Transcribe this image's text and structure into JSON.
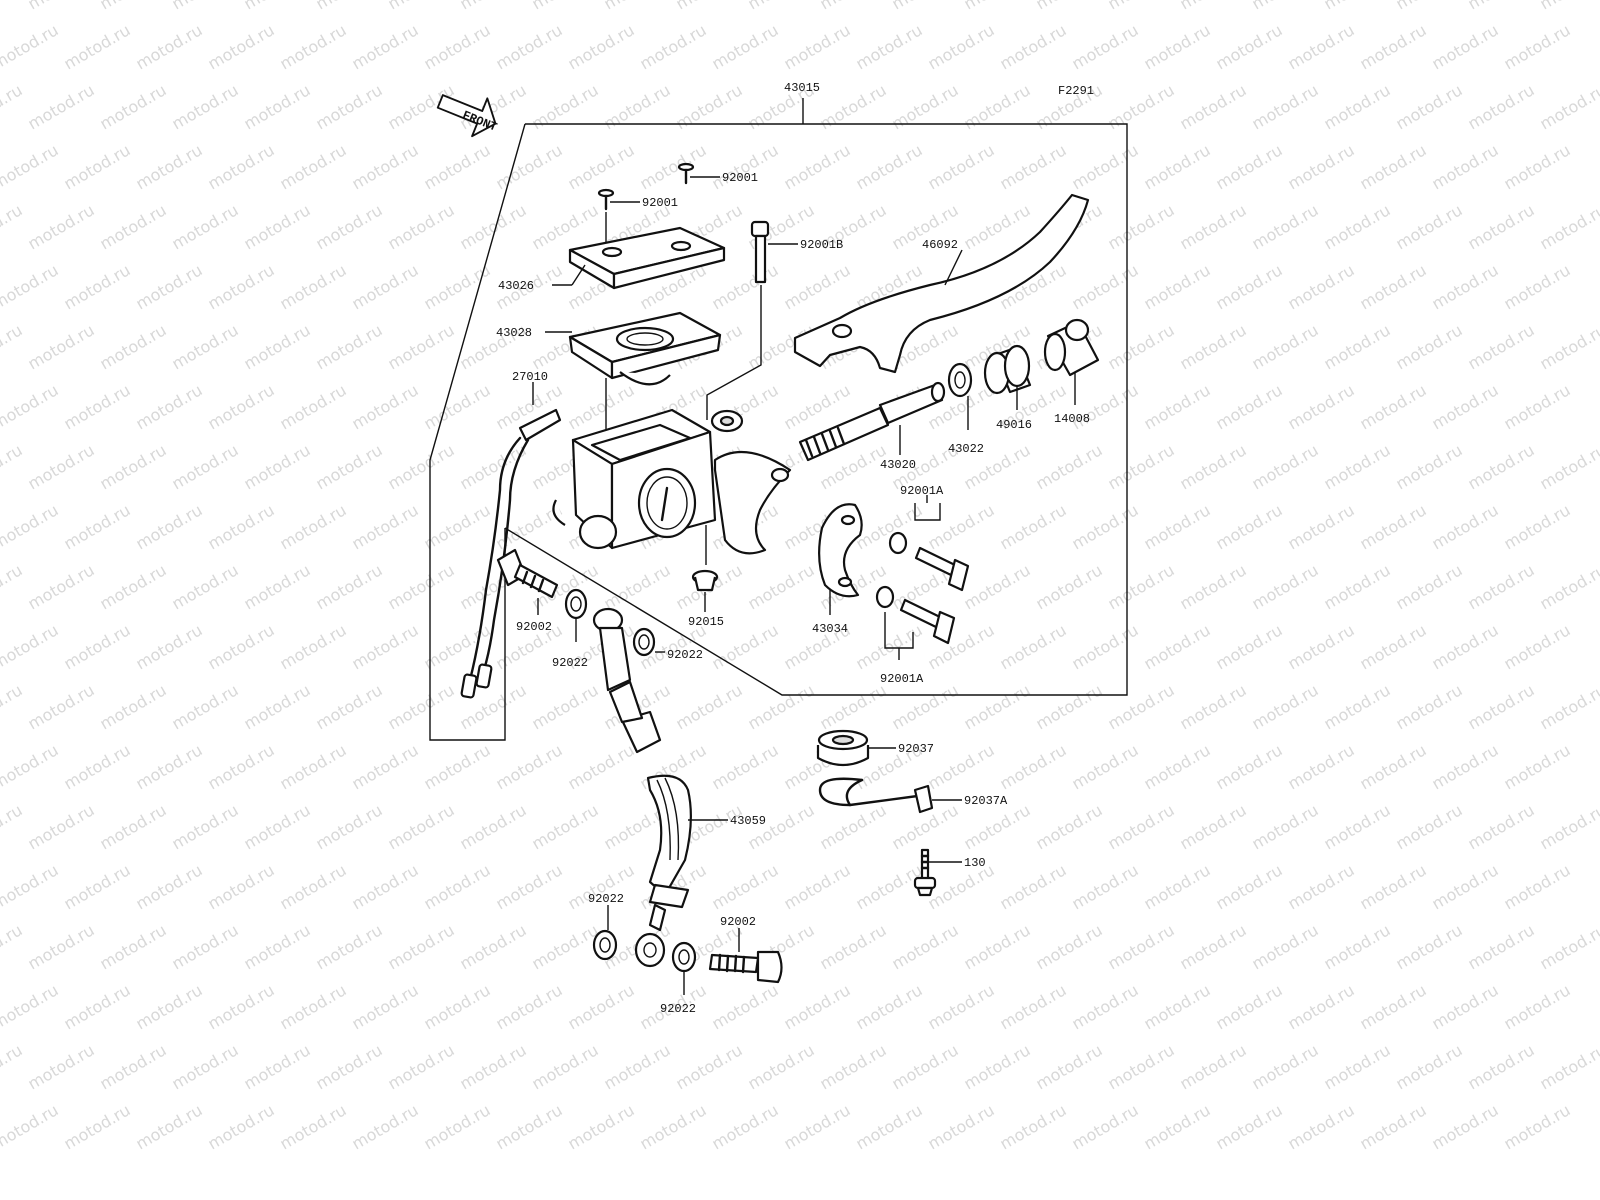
{
  "figure_code": "F2291",
  "front_marker": "FRONT",
  "watermark_text": "motod.ru",
  "callouts": {
    "assembly": "43015",
    "screw_top_right": "92001",
    "screw_top_left": "92001",
    "bolt_lever_pivot": "92001B",
    "lever": "46092",
    "reservoir_cap": "43026",
    "diaphragm": "43028",
    "switch": "27010",
    "piston_assembly": "43020",
    "washer": "43022",
    "seal_49016": "49016",
    "boot": "14008",
    "clamp_bolt_upper": "92001A",
    "clamp_bolt_lower": "92001A",
    "clamp": "43034",
    "bleeder_cap": "92015",
    "banjo_bolt_upper": "92002",
    "gasket_upper_left": "92022",
    "gasket_upper_right": "92022",
    "grommet": "92037",
    "clip": "92037A",
    "hose": "43059",
    "bolt_130": "130",
    "gasket_lower_left": "92022",
    "banjo_bolt_lower": "92002",
    "gasket_lower_bottom": "92022"
  }
}
